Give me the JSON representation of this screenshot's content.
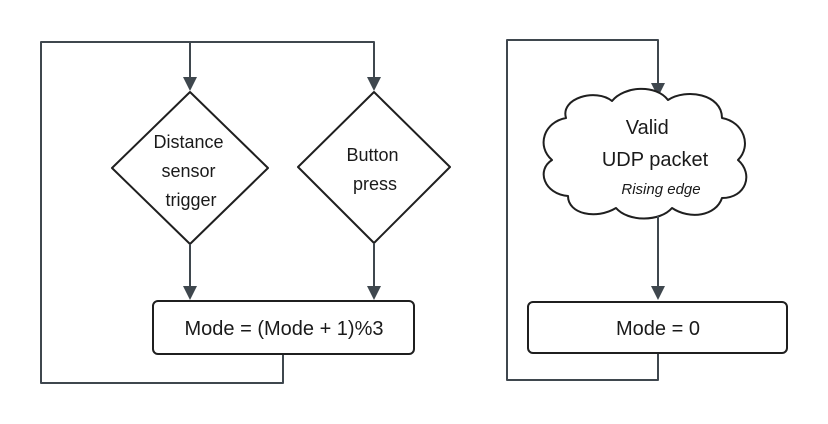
{
  "left_flow": {
    "distance_sensor_node": {
      "lines": [
        "Distance",
        "sensor",
        "trigger"
      ]
    },
    "button_node": {
      "lines": [
        "Button",
        "press"
      ]
    },
    "mode_increment_box": {
      "text": "Mode = (Mode + 1)%3"
    }
  },
  "right_flow": {
    "udp_cloud_node": {
      "lines": [
        "Valid",
        "UDP packet"
      ],
      "note": "Rising edge"
    },
    "mode_reset_box": {
      "text": "Mode = 0"
    }
  }
}
